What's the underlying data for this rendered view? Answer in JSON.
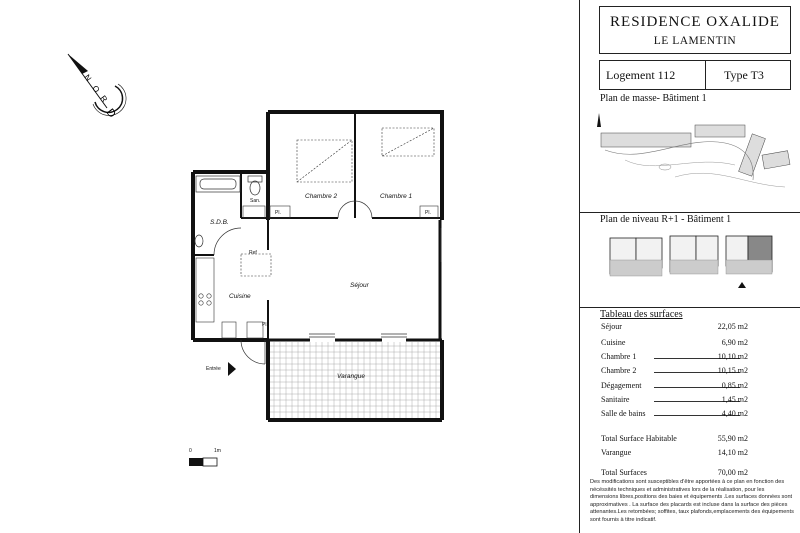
{
  "header": {
    "residence": "RESIDENCE  OXALIDE",
    "location": "LE LAMENTIN",
    "logement": "Logement 112",
    "type": "Type T3"
  },
  "site_plan": {
    "title": "Plan de masse- Bâtiment 1"
  },
  "level_plan": {
    "title": "Plan de niveau R+1 - Bâtiment 1"
  },
  "surfaces": {
    "title": "Tableau des surfaces",
    "rows": [
      {
        "label": "Séjour",
        "value": "22,05 m2"
      },
      {
        "label": "Cuisine",
        "value": "6,90 m2"
      },
      {
        "label": "Chambre 1",
        "value": "10,10 m2"
      },
      {
        "label": "Chambre 2",
        "value": "10,15 m2"
      },
      {
        "label": "Dégagement",
        "value": "0,85  m2"
      },
      {
        "label": "Sanitaire",
        "value": "1,45  m2"
      },
      {
        "label": "Salle de bains",
        "value": "4,40 m2"
      }
    ],
    "total_habitable_label": "Total Surface Habitable",
    "total_habitable_value": "55,90  m2",
    "varangue_label": "Varangue",
    "varangue_value": "14,10  m2",
    "total_label": "Total Surfaces",
    "total_value": "70,00  m2"
  },
  "note": "Des modifications sont susceptibles d'être apportées à ce plan en fonction des nécéssités techniques et administratives lors de la réalisation, pour les dimensions libres,positions des baies et équipements .Les surfaces données sont approximatives . La surface des placards est incluse dans la surface des pièces attenantes.Les retombées; soffites, taux plafonds,emplacements des équipements sont fournis à  titre indicatif.",
  "plan": {
    "rooms": {
      "chambre2": "Chambre 2",
      "chambre1": "Chambre 1",
      "sdb": "S.D.B.",
      "san": "San.",
      "cuisine": "Cuisine",
      "sejour": "Séjour",
      "varangue": "Varangue",
      "entree": "Entrée",
      "pl1": "Pl.",
      "pl2": "Pl.",
      "pl3": "Pl.",
      "ref": "Ref"
    },
    "compass": "NORD",
    "scale": {
      "start": "0",
      "end": "1m"
    }
  }
}
